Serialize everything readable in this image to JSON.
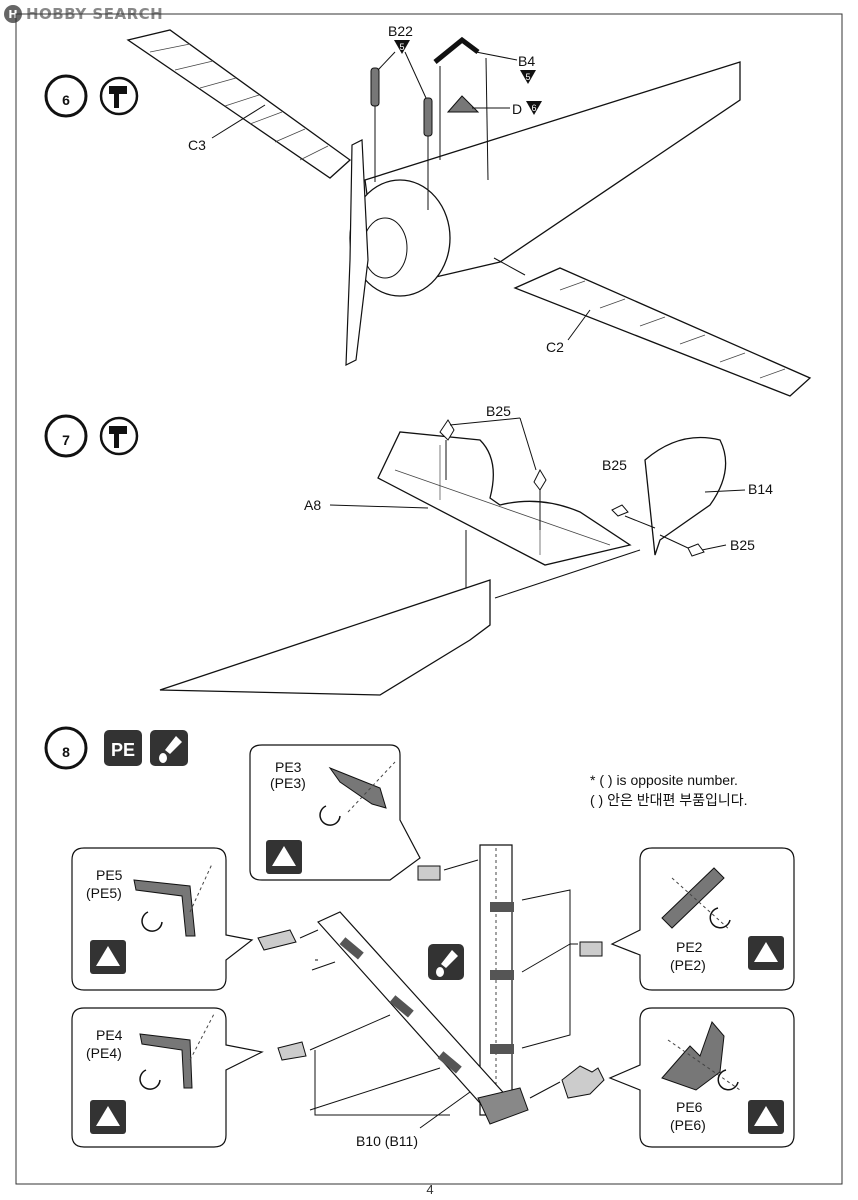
{
  "watermark": {
    "mark": "H",
    "text": "HOBBY SEARCH"
  },
  "steps": [
    {
      "number": "6",
      "icons": [
        "glue-icon"
      ]
    },
    {
      "number": "7",
      "icons": [
        "glue-icon"
      ]
    },
    {
      "number": "8",
      "icons": [
        "pe-icon",
        "cyanoacrylate-glue-icon"
      ],
      "pe_text": "PE"
    }
  ],
  "step6": {
    "parts": {
      "b22": "B22",
      "b22_sprue": "5",
      "b4": "B4",
      "b4_sprue": "5",
      "d": "D",
      "d_sprue": "6",
      "c3": "C3",
      "c2": "C2"
    }
  },
  "step7": {
    "parts": {
      "b25_top": "B25",
      "b25_left": "B25",
      "b25_right": "B25",
      "b14": "B14",
      "a8": "A8"
    }
  },
  "step8": {
    "note_line1": "* (  ) is opposite number.",
    "note_line2": "(   ) 안은 반대편 부품입니다.",
    "callouts": {
      "pe3": "PE3",
      "pe3_opp": "(PE3)",
      "pe5": "PE5",
      "pe5_opp": "(PE5)",
      "pe4": "PE4",
      "pe4_opp": "(PE4)",
      "pe2": "PE2",
      "pe2_opp": "(PE2)",
      "pe6": "PE6",
      "pe6_opp": "(PE6)",
      "b10": "B10 (B11)"
    }
  },
  "page_number": "4"
}
